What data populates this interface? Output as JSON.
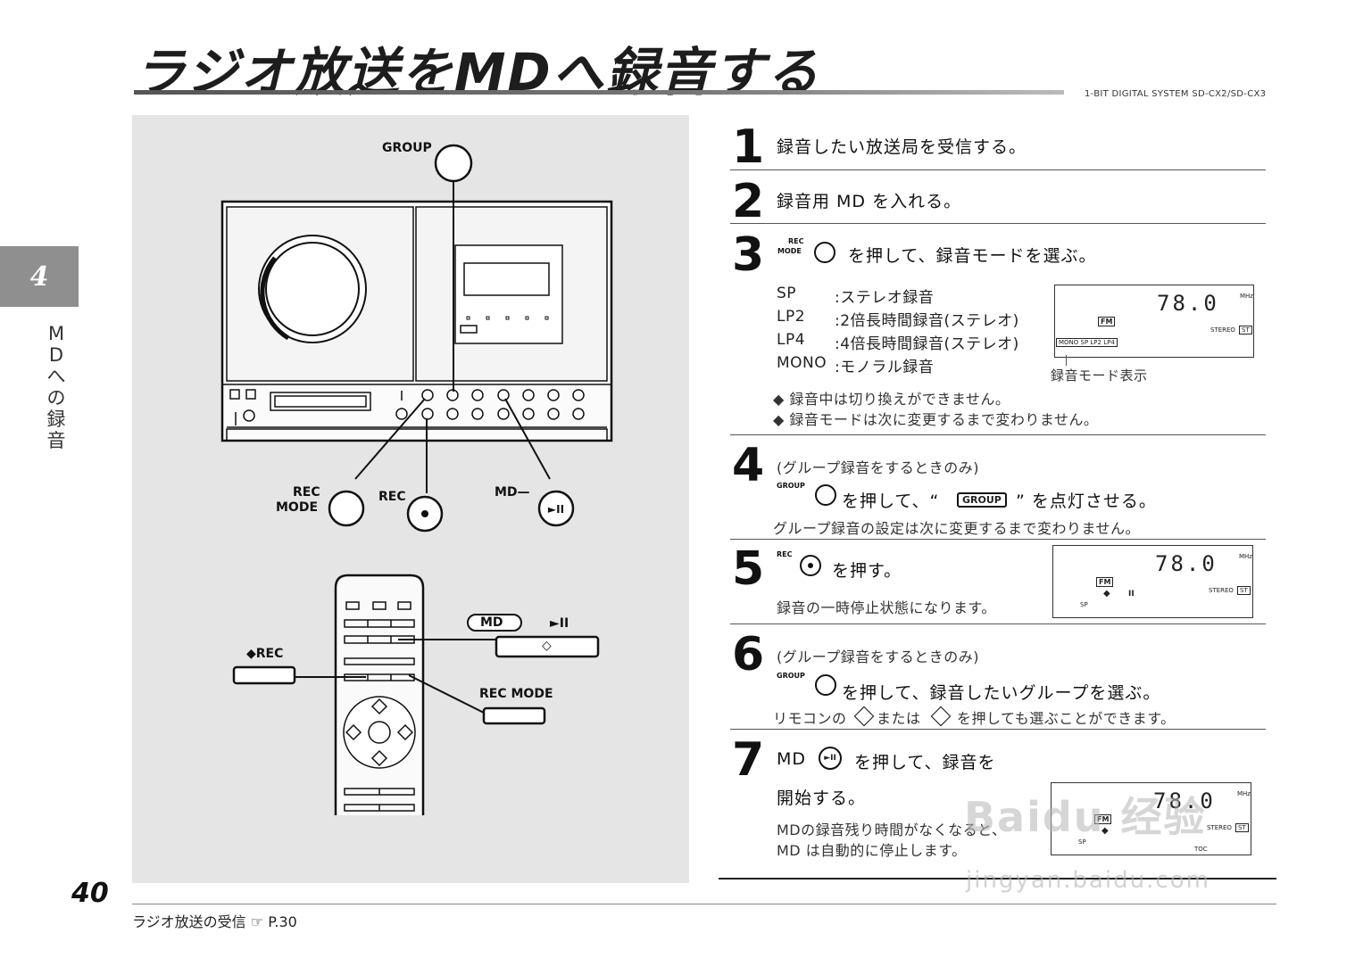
{
  "header": {
    "title": "ラジオ放送をMDへ録音する",
    "subtitle": "1-BIT DIGITAL SYSTEM SD-CX2/SD-CX3"
  },
  "chapter": {
    "number": "4",
    "label": "MDへの録音"
  },
  "illustration": {
    "group_label": "GROUP",
    "rec_mode_label_1": "REC",
    "rec_mode_label_2": "MODE",
    "rec_label": "REC",
    "md_label": "MD—",
    "remote_rec_label": "◆REC",
    "remote_md_label": "MD",
    "remote_play_label": "►II",
    "remote_recmode_label": "REC MODE",
    "remote_diamond": "◇"
  },
  "steps": [
    {
      "num": "1",
      "text": "録音したい放送局を受信する。"
    },
    {
      "num": "2",
      "text": "録音用 MD を入れる。"
    },
    {
      "num": "3",
      "btn_top": "REC",
      "btn_bottom": "MODE",
      "text": "を押して、録音モードを選ぶ。",
      "modes": [
        {
          "key": "SP",
          "desc": ":ステレオ録音"
        },
        {
          "key": "LP2",
          "desc": ":2倍長時間録音(ステレオ)"
        },
        {
          "key": "LP4",
          "desc": ":4倍長時間録音(ステレオ)"
        },
        {
          "key": "MONO",
          "desc": ":モノラル録音"
        }
      ],
      "notes": [
        "◆ 録音中は切り換えができません。",
        "◆ 録音モードは次に変更するまで変わりません。"
      ],
      "lcd": {
        "freq": "78.0",
        "unit": "MHz",
        "fm": "FM",
        "stereo": "STEREO",
        "st": "ST",
        "modes": "MONO SP LP2 LP4",
        "caption": "録音モード表示"
      }
    },
    {
      "num": "4",
      "pre": "(グループ録音をするときのみ)",
      "btn": "GROUP",
      "text_a": "を押して、“",
      "group_tag": "GROUP",
      "text_b": "” を点灯させる。",
      "note": "グループ録音の設定は次に変更するまで変わりません。"
    },
    {
      "num": "5",
      "btn": "REC",
      "text": "を押す。",
      "note": "録音の一時停止状態になります。",
      "lcd": {
        "freq": "78.0",
        "unit": "MHz",
        "fm": "FM",
        "stereo": "STEREO",
        "st": "ST",
        "rec": "◆",
        "pause": "II",
        "sp": "SP"
      }
    },
    {
      "num": "6",
      "pre": "(グループ録音をするときのみ)",
      "btn": "GROUP",
      "text": "を押して、録音したいグループを選ぶ。",
      "note_a": "リモコンの",
      "note_b": "または",
      "note_c": "を押しても選ぶことができます。"
    },
    {
      "num": "7",
      "text_a": "MD",
      "text_b": "を押して、録音を",
      "text_c": "開始する。",
      "note_1": "MDの録音残り時間がなくなると、",
      "note_2": "MD は自動的に停止します。",
      "lcd": {
        "freq": "78.0",
        "unit": "MHz",
        "fm": "FM",
        "stereo": "STEREO",
        "st": "ST",
        "rec": "◆",
        "sp": "SP",
        "toc": "TOC"
      }
    }
  ],
  "footer": {
    "page": "40",
    "ref": "ラジオ放送の受信 ☞ P.30"
  },
  "watermark": {
    "brand": "Baidu 经验",
    "url": "jingyan.baidu.com"
  }
}
